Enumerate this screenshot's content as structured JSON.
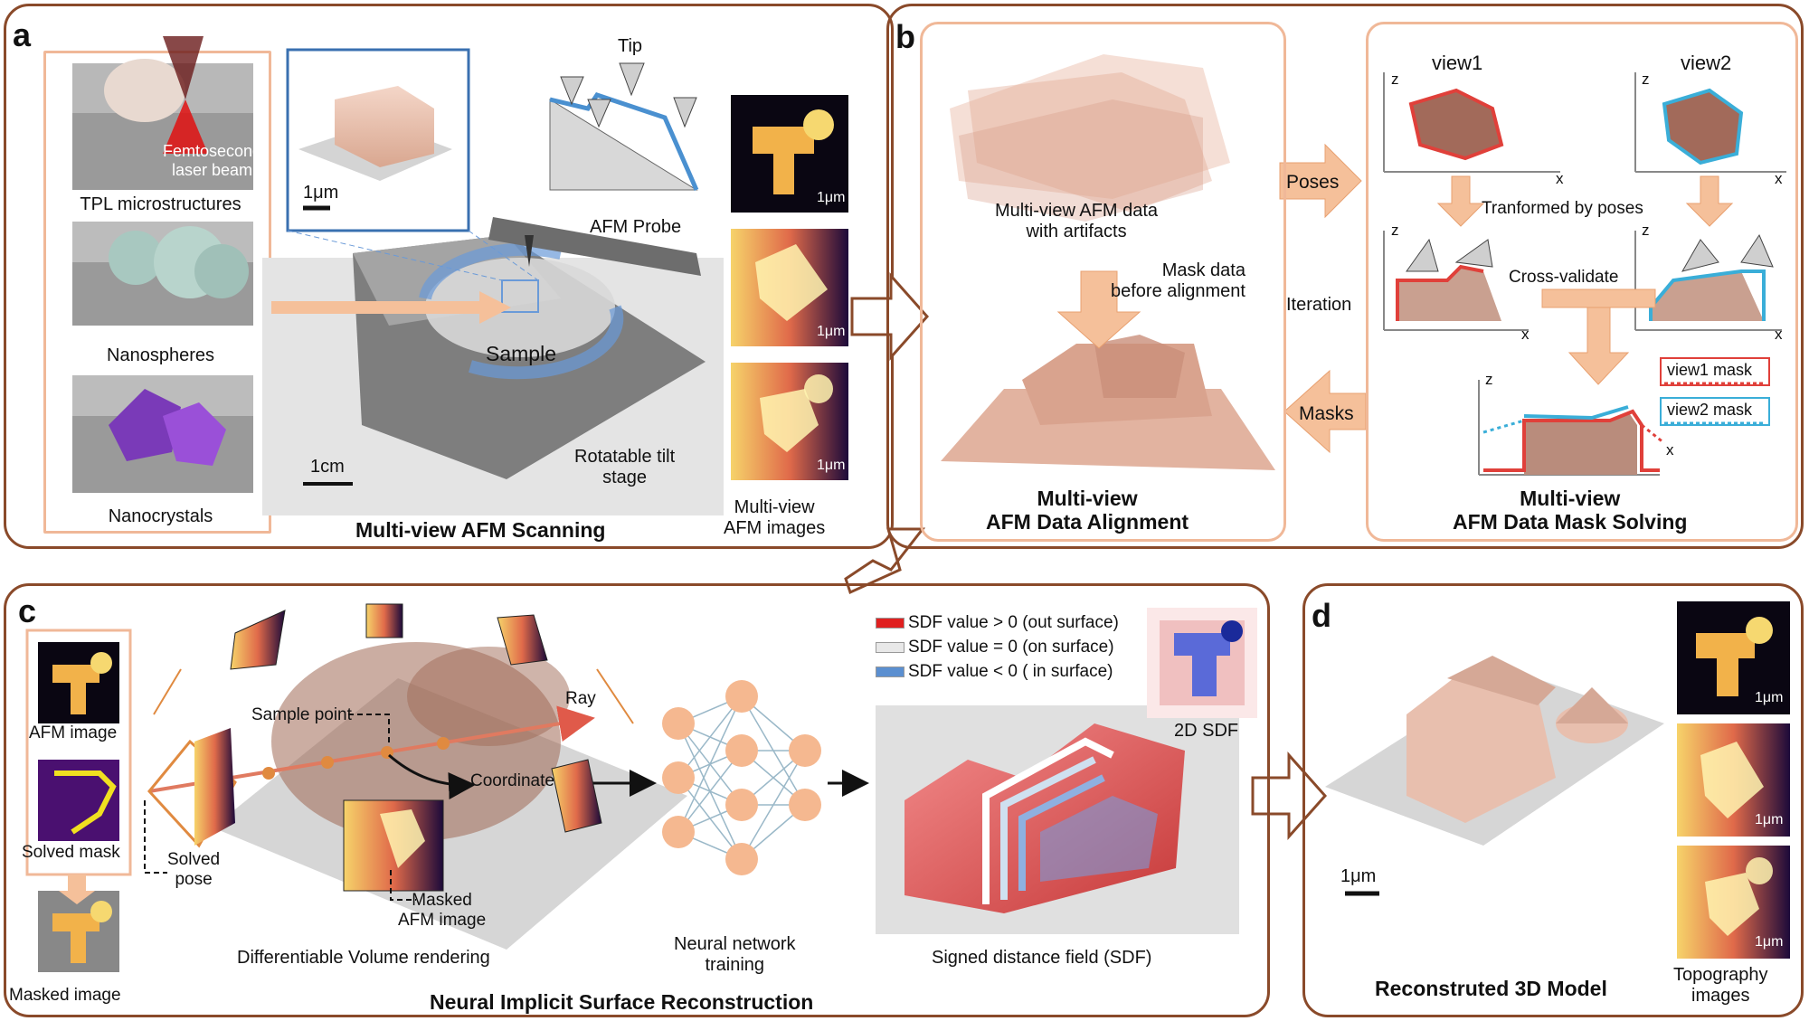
{
  "panels": {
    "a": {
      "letter": "a",
      "title": "Multi-view AFM Scanning",
      "left_items": [
        "TPL microstructures",
        "Nanospheres",
        "Nanocrystals"
      ],
      "laser": "Femtosecond\nlaser beam",
      "inset_scale": "1μm",
      "tip": "Tip",
      "probe": "AFM Probe",
      "sample": "Sample",
      "stage": "Rotatable tilt\nstage",
      "stage_scale": "1cm",
      "afm_images_caption": "Multi-view\nAFM images",
      "afm_image_scales": [
        "1μm",
        "1μm",
        "1μm"
      ]
    },
    "b": {
      "letter": "b",
      "alignment_title": "Multi-view\nAFM Data Alignment",
      "multiview_data": "Multi-view AFM data\nwith artifacts",
      "mask_before": "Mask data\nbefore alignment",
      "poses": "Poses",
      "masks": "Masks",
      "iteration": "Iteration",
      "mask_title": "Multi-view\nAFM Data Mask Solving",
      "view1": "view1",
      "view2": "view2",
      "axis_z": "z",
      "axis_x": "x",
      "transformed": "Tranformed by poses",
      "cross_validate": "Cross-validate",
      "view1_mask": "view1 mask",
      "view2_mask": "view2 mask"
    },
    "c": {
      "letter": "c",
      "title": "Neural Implicit Surface Reconstruction",
      "afm_image": "AFM image",
      "solved_mask": "Solved mask",
      "masked_image": "Masked image",
      "solved_pose": "Solved\npose",
      "sample_point": "Sample point",
      "ray": "Ray",
      "coordinate": "Coordinate",
      "masked_afm": "Masked\nAFM image",
      "volume_rendering": "Differentiable Volume rendering",
      "nn_training": "Neural network\ntraining",
      "sdf_caption": "Signed distance field (SDF)",
      "sdf_2d": "2D SDF",
      "legend": [
        {
          "label": "SDF value > 0 (out surface)",
          "color": "#e02020"
        },
        {
          "label": "SDF value = 0 (on surface)",
          "color": "#e8e8e8"
        },
        {
          "label": "SDF value < 0 ( in surface)",
          "color": "#5b8fd0"
        }
      ]
    },
    "d": {
      "letter": "d",
      "title": "Reconstruted 3D Model",
      "scale": "1μm",
      "topo_caption": "Topography\nimages",
      "topo_scales": [
        "1μm",
        "1μm",
        "1μm"
      ]
    }
  },
  "colors": {
    "panel_border": "#8a4a2a",
    "sub_border": "#f0b898",
    "arrow_fill": "#f5c09a",
    "view1": "#e0403a",
    "view2": "#3aaed8"
  }
}
